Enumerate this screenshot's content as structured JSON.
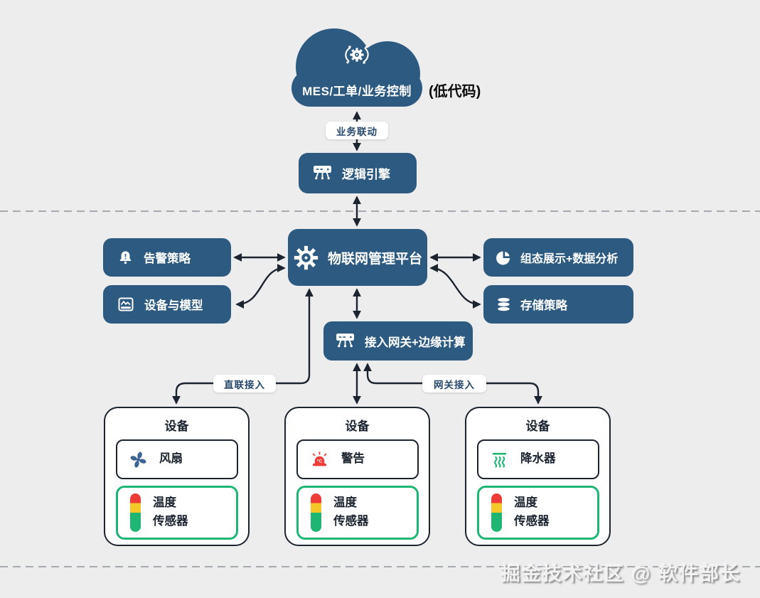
{
  "colors": {
    "bg": "#ededee",
    "box_blue": "#2d5a80",
    "line": "#1c2430",
    "green": "#1eb672",
    "red": "#ee3d38",
    "yellow": "#f5c728",
    "fan_blue": "#3b6394",
    "pill_text": "#27496d",
    "dash": "#a6a9ad"
  },
  "cloud": {
    "label": "MES/工单/业务控制",
    "note": "(低代码)"
  },
  "connector_labels": {
    "business": "业务联动",
    "direct": "直联接入",
    "gateway": "网关接入"
  },
  "nodes": {
    "logic_engine": "逻辑引擎",
    "platform": "物联网管理平台",
    "alert_policy": "告警策略",
    "device_model": "设备与模型",
    "dashboard": "组态展示+数据分析",
    "storage": "存储策略",
    "gateway": "接入网关+边缘计算"
  },
  "icons": {
    "cloud": "gear-sync-icon",
    "logic_engine": "hub-icon",
    "platform": "iot-gear-icon",
    "alert_policy": "bell-alert-icon",
    "device_model": "device-model-icon",
    "dashboard": "pie-chart-icon",
    "storage": "database-icon",
    "gateway": "hub-icon",
    "fan": "fan-icon",
    "alarm": "siren-icon",
    "sprinkler": "steam-icon",
    "sensor": "indicator-bar-icon"
  },
  "devices": [
    {
      "title": "设备",
      "component": {
        "label": "风扇"
      },
      "sensor": {
        "line1": "温度",
        "line2": "传感器"
      }
    },
    {
      "title": "设备",
      "component": {
        "label": "警告",
        "icon_text": "°C"
      },
      "sensor": {
        "line1": "温度",
        "line2": "传感器"
      }
    },
    {
      "title": "设备",
      "component": {
        "label": "降水器"
      },
      "sensor": {
        "line1": "温度",
        "line2": "传感器"
      }
    }
  ],
  "watermark": "掘金技术社区 @ 软件部长"
}
